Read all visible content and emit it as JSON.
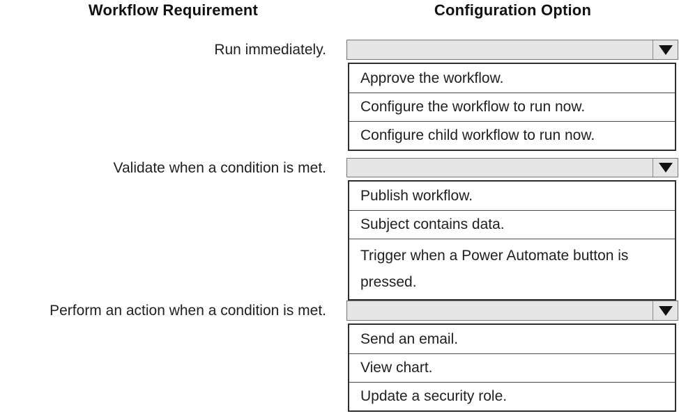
{
  "headers": {
    "requirement": "Workflow Requirement",
    "configuration": "Configuration Option"
  },
  "groups": [
    {
      "requirement": "Run immediately.",
      "selected_value": "",
      "options": [
        "Approve the workflow.",
        "Configure the workflow to run now.",
        "Configure child workflow to run now."
      ]
    },
    {
      "requirement": "Validate when a condition is met.",
      "selected_value": "",
      "options": [
        "Publish workflow.",
        "Subject contains data.",
        "Trigger when a Power Automate button is pressed."
      ]
    },
    {
      "requirement": "Perform an action when a condition is met.",
      "selected_value": "",
      "options": [
        "Send an email.",
        "View chart.",
        "Update a security role."
      ]
    }
  ],
  "icons": {
    "dropdown_arrow": "triangle-down"
  },
  "colors": {
    "dropdown_fill": "#e5e5e5",
    "dropdown_border": "#757575",
    "list_border": "#2e2e2e",
    "row_separator": "#4a4a4a",
    "text": "#1f1f1f",
    "background": "#ffffff"
  }
}
